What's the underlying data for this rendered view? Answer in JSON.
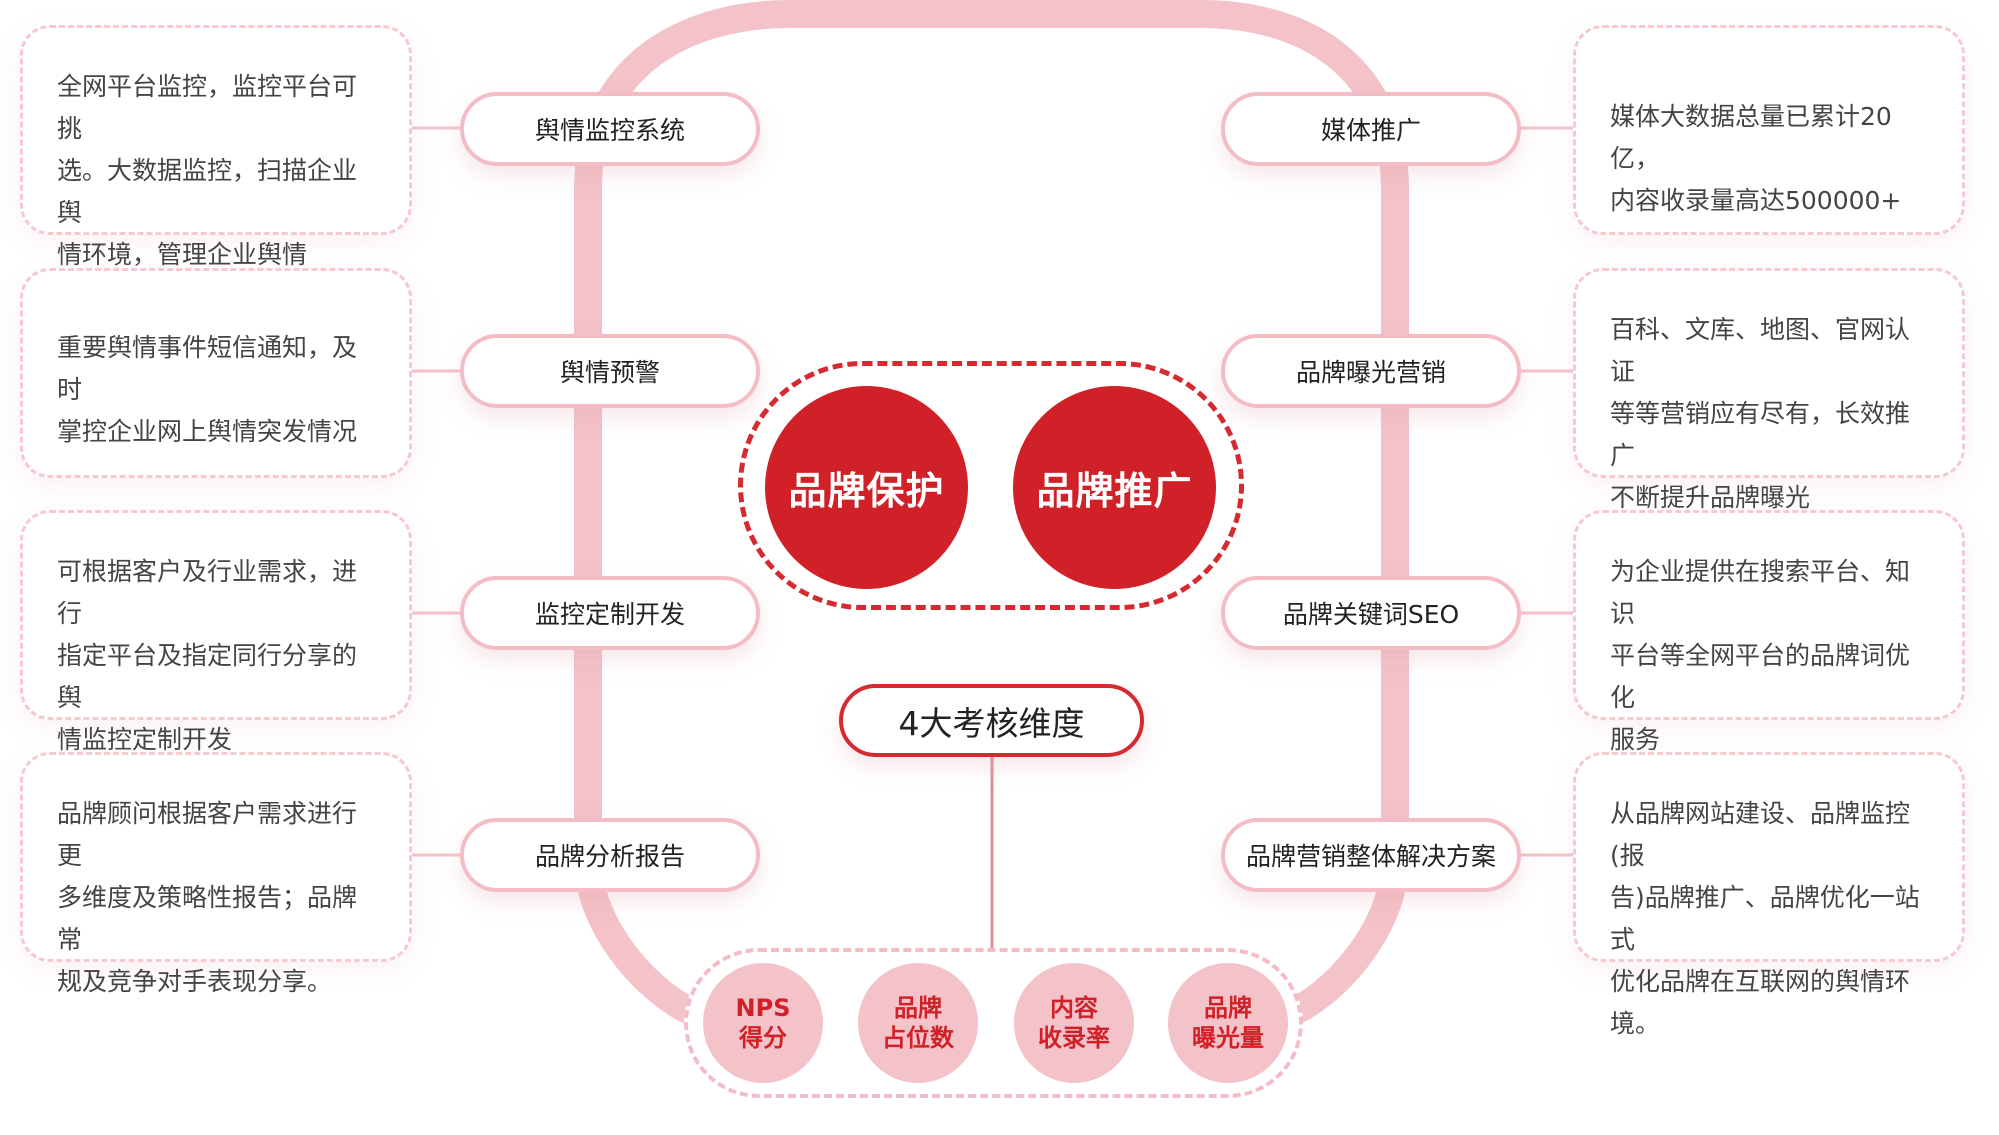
{
  "left_items": [
    {
      "label": "舆情监控系统",
      "lines": [
        "全网平台监控，监控平台可挑",
        "选。大数据监控，扫描企业舆",
        "情环境，管理企业舆情"
      ]
    },
    {
      "label": "舆情预警",
      "lines": [
        "重要舆情事件短信通知，及时",
        "掌控企业网上舆情突发情况"
      ]
    },
    {
      "label": "监控定制开发",
      "lines": [
        "可根据客户及行业需求，进行",
        "指定平台及指定同行分享的舆",
        "情监控定制开发"
      ]
    },
    {
      "label": "品牌分析报告",
      "lines": [
        "品牌顾问根据客户需求进行更",
        "多维度及策略性报告；品牌常",
        "规及竞争对手表现分享。"
      ]
    }
  ],
  "right_items": [
    {
      "label": "媒体推广",
      "lines": [
        "媒体大数据总量已累计20亿，",
        "内容收录量高达500000+"
      ]
    },
    {
      "label": "品牌曝光营销",
      "lines": [
        "百科、文库、地图、官网认证",
        "等等营销应有尽有，长效推广",
        "不断提升品牌曝光"
      ]
    },
    {
      "label": "品牌关键词SEO",
      "lines": [
        "为企业提供在搜索平台、知识",
        "平台等全网平台的品牌词优化",
        "服务"
      ]
    },
    {
      "label": "品牌营销整体解决方案",
      "lines": [
        "从品牌网站建设、品牌监控(报",
        "告)品牌推广、品牌优化一站式",
        "优化品牌在互联网的舆情环境。"
      ]
    }
  ],
  "center": {
    "left_circle": "品牌保护",
    "right_circle": "品牌推广",
    "dimension_label": "4大考核维度"
  },
  "metrics": [
    {
      "line1": "NPS",
      "line2": "得分"
    },
    {
      "line1": "品牌",
      "line2": "占位数"
    },
    {
      "line1": "内容",
      "line2": "收录率"
    },
    {
      "line1": "品牌",
      "line2": "曝光量"
    }
  ],
  "colors": {
    "primary_red": "#cf2127",
    "track_pink": "#f4c2c9",
    "card_border": "#f6c9cf"
  }
}
